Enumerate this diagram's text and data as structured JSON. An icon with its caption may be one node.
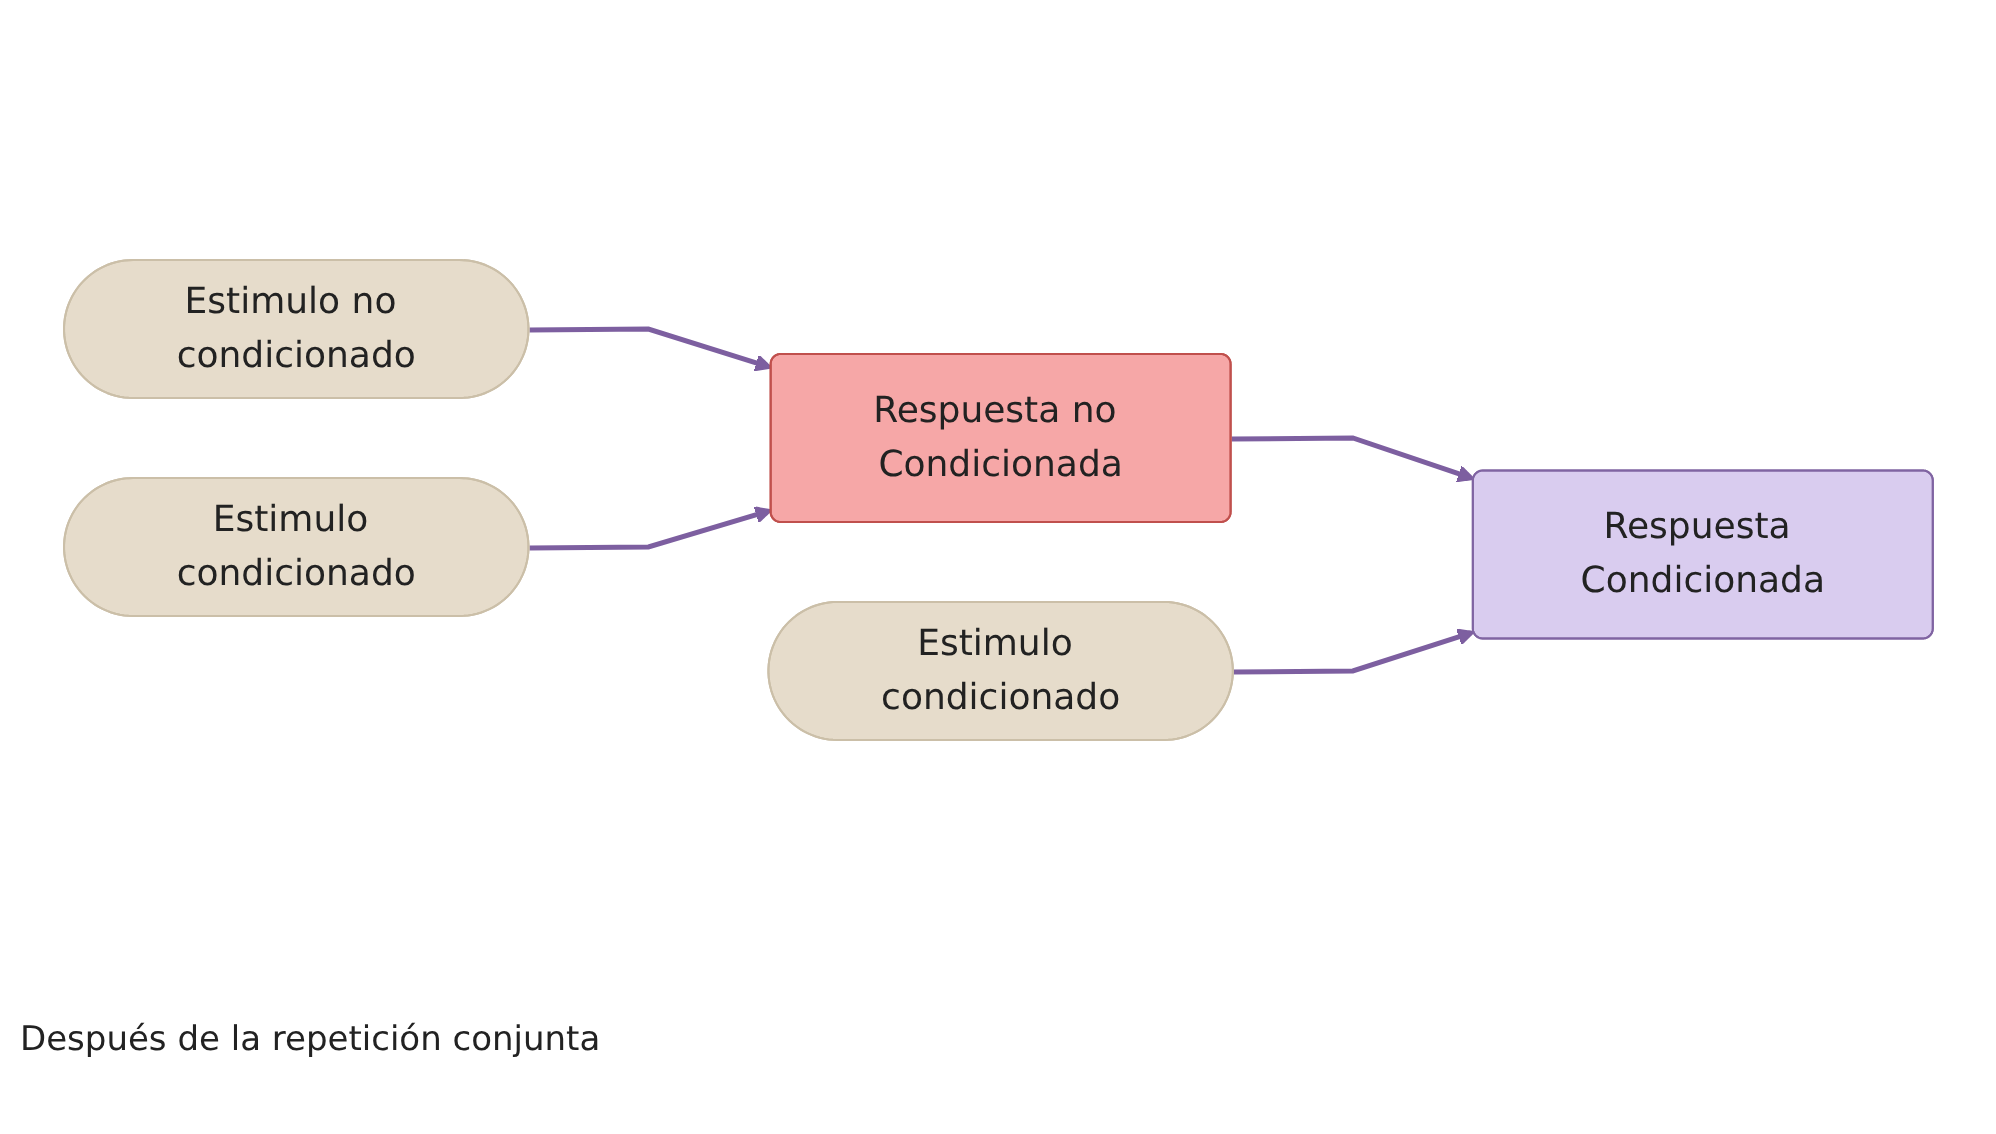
{
  "diagram": {
    "nodes": [
      {
        "text": [
          "Estimulo no condicionado"
        ]
      },
      {
        "text": [
          "Estimulo condicionado"
        ]
      },
      {
        "text": [
          "Respuesta no Condicionada"
        ]
      },
      {
        "text": [
          "Estimulo condicionado"
        ]
      },
      {
        "text": [
          "Respuesta Condicionada"
        ]
      }
    ],
    "edges": [
      {
        "from": 0,
        "to": 2,
        "arrow": "to"
      },
      {
        "from": 1,
        "to": 2,
        "arrow": "to"
      },
      {
        "from": 2,
        "to": 4,
        "arrow": "to"
      },
      {
        "from": 3,
        "to": 4,
        "arrow": "to"
      }
    ],
    "labels": [
      "Después de la repetición conjunta"
    ]
  }
}
